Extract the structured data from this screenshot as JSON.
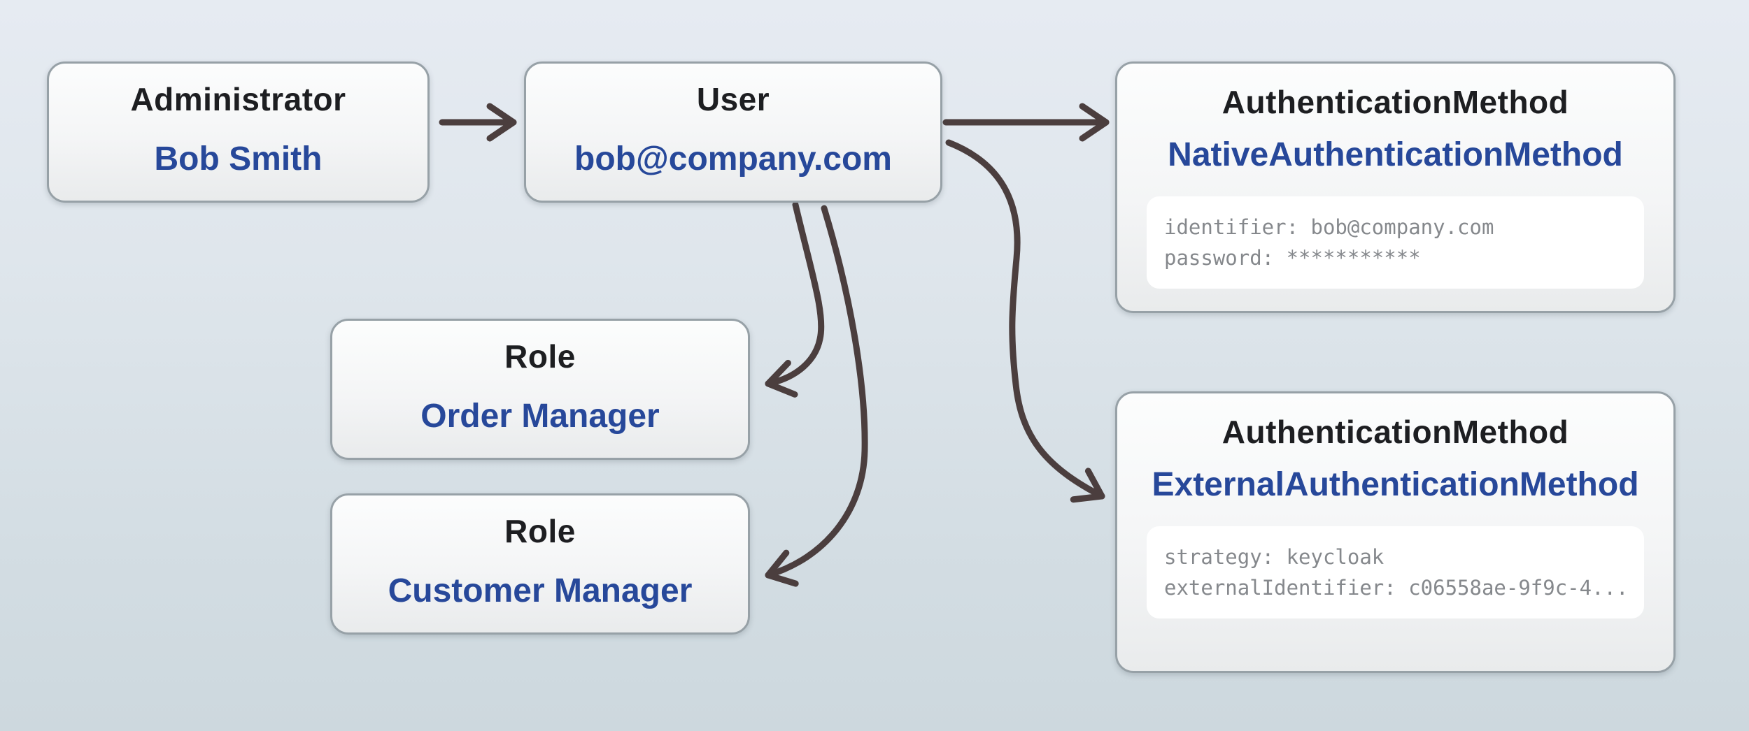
{
  "diagram": {
    "nodes": {
      "administrator": {
        "type": "Administrator",
        "label": "Bob Smith"
      },
      "user": {
        "type": "User",
        "label": "bob@company.com"
      },
      "native_auth": {
        "type": "AuthenticationMethod",
        "label": "NativeAuthenticationMethod",
        "code_line_1": "identifier: bob@company.com",
        "code_line_2": "password: ***********"
      },
      "role_order": {
        "type": "Role",
        "label": "Order Manager"
      },
      "role_customer": {
        "type": "Role",
        "label": "Customer Manager"
      },
      "external_auth": {
        "type": "AuthenticationMethod",
        "label": "ExternalAuthenticationMethod",
        "code_line_1": "strategy: keycloak",
        "code_line_2": "externalIdentifier: c06558ae-9f9c-4..."
      }
    },
    "edges": [
      {
        "from": "administrator",
        "to": "user"
      },
      {
        "from": "user",
        "to": "native_auth"
      },
      {
        "from": "user",
        "to": "role_order"
      },
      {
        "from": "user",
        "to": "role_customer"
      },
      {
        "from": "user",
        "to": "external_auth"
      }
    ],
    "colors": {
      "background_top": "#e6ebf2",
      "background_bottom": "#cdd8de",
      "node_border": "#97a1a7",
      "node_fill_top": "#fcfdfd",
      "node_fill_bottom": "#e9ebec",
      "type_text": "#1d1e21",
      "label_text": "#27489a",
      "code_background": "#ffffff",
      "code_text": "#85888c",
      "arrow": "#4b3e3e"
    }
  }
}
